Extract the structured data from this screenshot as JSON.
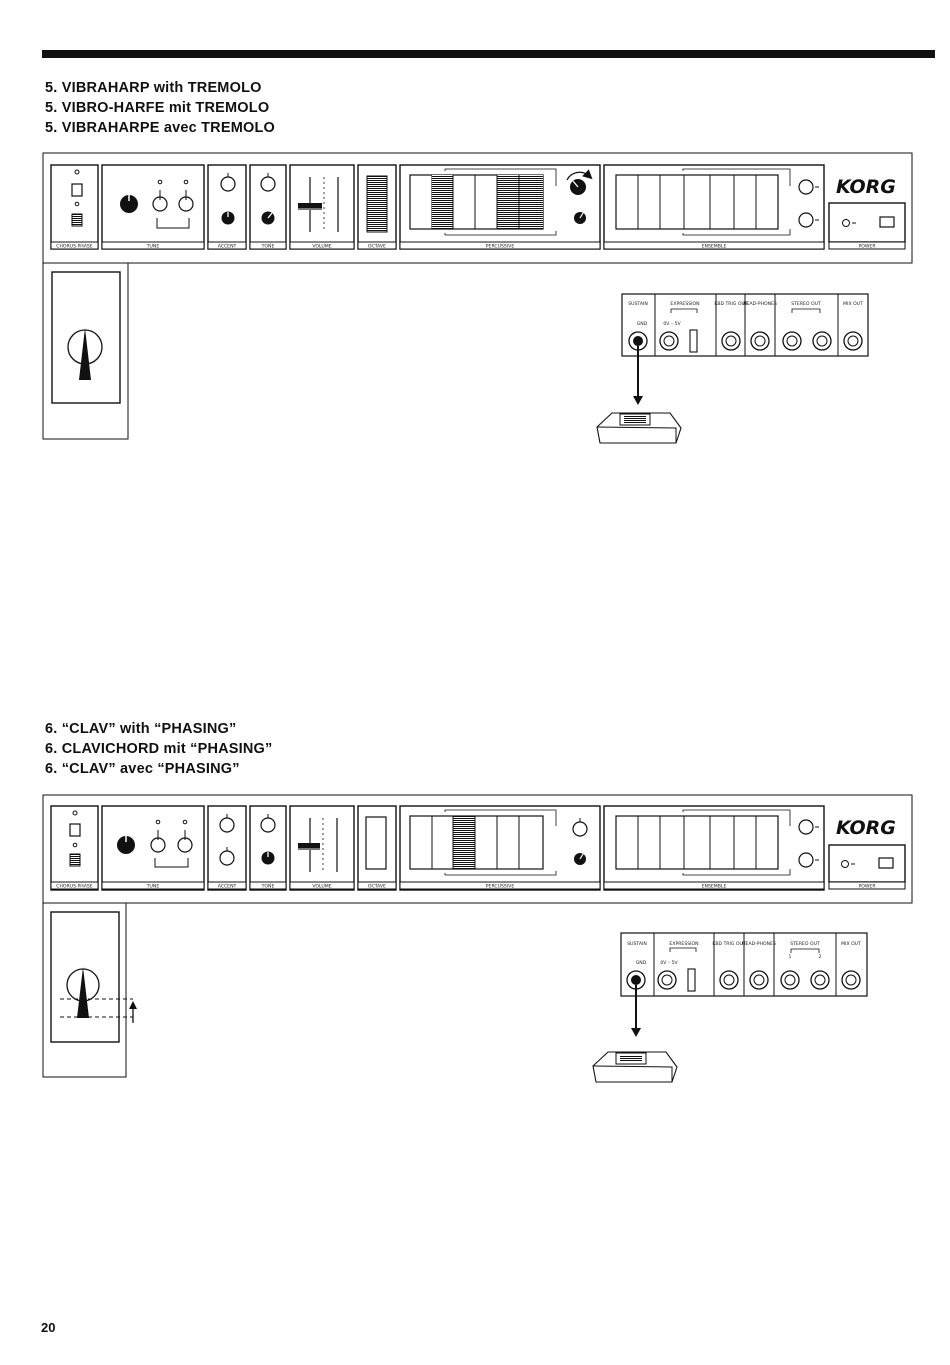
{
  "sections": [
    {
      "headings": [
        "5. VIBRAHARP with TREMOLO",
        "5. VIBRO-HARFE mit TREMOLO",
        "5. VIBRAHARPE avec TREMOLO"
      ]
    },
    {
      "headings": [
        "6. “CLAV” with “PHASING”",
        "6. CLAVICHORD mit “PHASING”",
        "6. “CLAV” avec “PHASING”"
      ]
    }
  ],
  "panel": {
    "brand": "KORG",
    "section_labels": [
      "CHORUS PHASE",
      "TUNE",
      "ACCENT",
      "TONE",
      "VOLUME",
      "OCTAVE",
      "PERCUSSIVE",
      "ENSEMBLE",
      "POWER"
    ],
    "jack_labels": {
      "sustain": "SUSTAIN",
      "expression": "EXPRESSION",
      "kbd_trig_out": "KBD TRIG OUT",
      "headphones": "HEAD-PHONES",
      "stereo_out": "STEREO OUT",
      "mix_out": "MIX OUT",
      "gnd": "GND",
      "range": "0V – 5V",
      "stereo_1": "1",
      "stereo_2": "2"
    }
  },
  "page_number": "20"
}
